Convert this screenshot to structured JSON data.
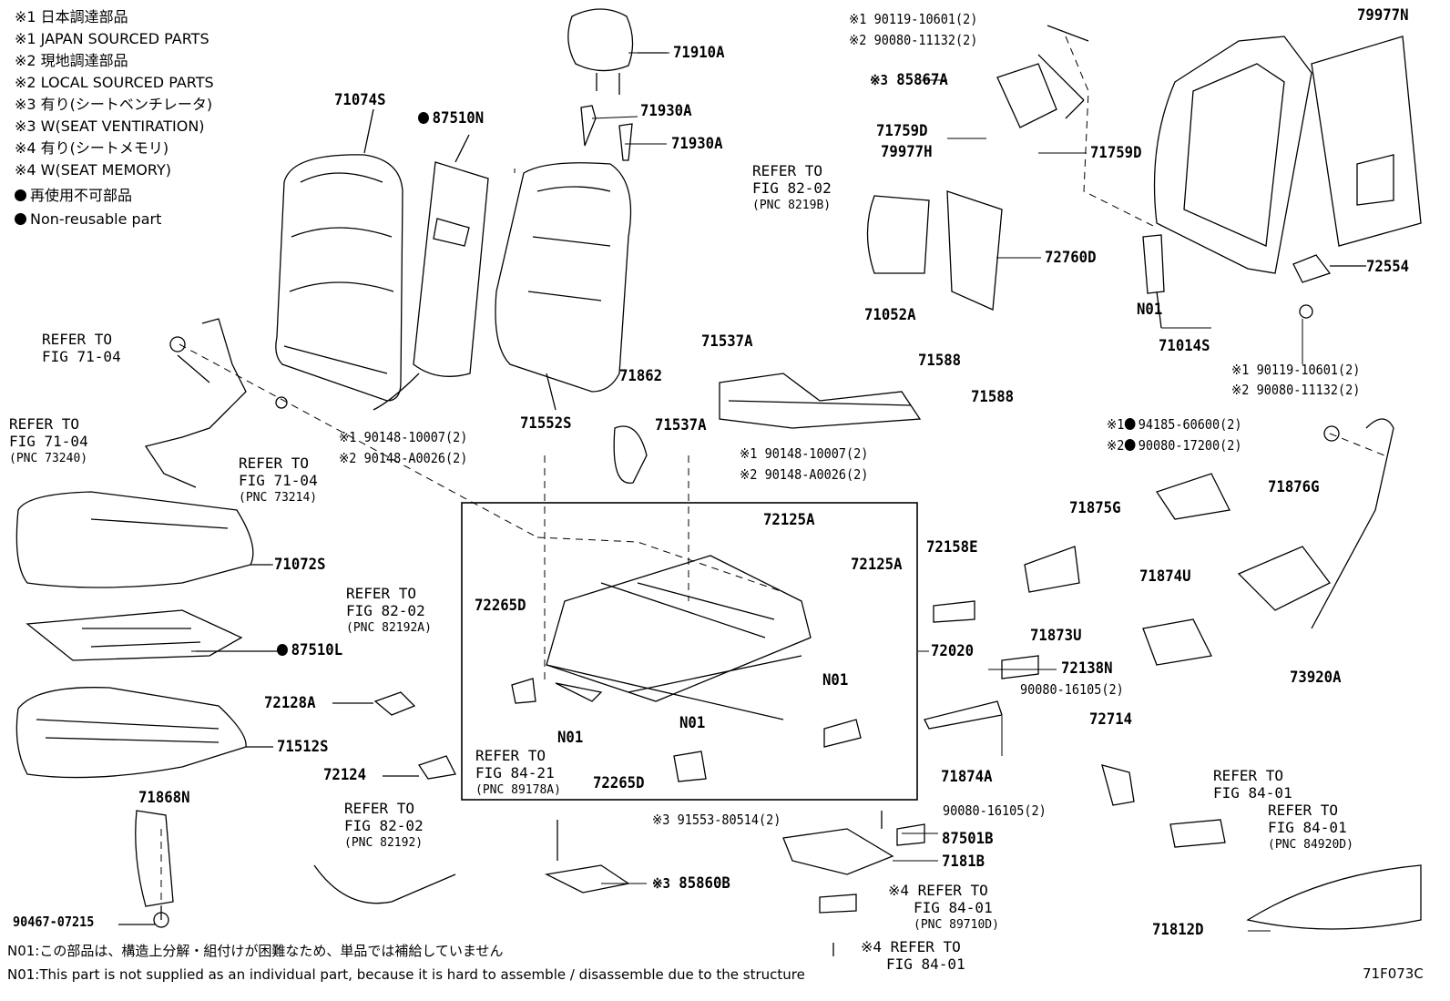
{
  "legend": [
    "※1 日本調達部品",
    "※1 JAPAN SOURCED PARTS",
    "※2 現地調達部品",
    "※2 LOCAL SOURCED PARTS",
    "※3 有り(シートベンチレータ)",
    "※3 W(SEAT VENTIRATION)",
    "※4 有り(シートメモリ)",
    "※4 W(SEAT MEMORY)",
    "再使用不可部品",
    "Non-reusable part"
  ],
  "parts": {
    "p71910A": "71910A",
    "p71930A_1": "71930A",
    "p71930A_2": "71930A",
    "p71074S": "71074S",
    "p87510N": "87510N",
    "p71552S": "71552S",
    "p71862": "71862",
    "p71537A_1": "71537A",
    "p71537A_2": "71537A",
    "p71052A": "71052A",
    "p79977H": "79977H",
    "p71759D_1": "71759D",
    "p71759D_2": "71759D",
    "p85867A": "85867A",
    "p72760D": "72760D",
    "p71588_1": "71588",
    "p71588_2": "71588",
    "p79977N": "79977N",
    "p72554": "72554",
    "pN01_a": "N01",
    "p71014S": "71014S",
    "p71072S": "71072S",
    "p87510L": "87510L",
    "p72128A": "72128A",
    "p71512S": "71512S",
    "p72124": "72124",
    "p71868N": "71868N",
    "p72125A_1": "72125A",
    "p72125A_2": "72125A",
    "p72265D_1": "72265D",
    "p72265D_2": "72265D",
    "pN01_b": "N01",
    "pN01_c": "N01",
    "pN01_d": "N01",
    "p72158E": "72158E",
    "p72020": "72020",
    "p71875G": "71875G",
    "p71876G": "71876G",
    "p71874U": "71874U",
    "p71873U": "71873U",
    "p72138N": "72138N",
    "p73920A": "73920A",
    "p72714": "72714",
    "p71874A": "71874A",
    "p87501B": "87501B",
    "p7181B": "7181B",
    "p85860B": "85860B",
    "p71812D": "71812D",
    "p90467": "90467-07215"
  },
  "bolts": {
    "b1": [
      "※1 90119-10601(2)",
      "※2 90080-11132(2)"
    ],
    "b2": [
      "※1 90119-10601(2)",
      "※2 90080-11132(2)"
    ],
    "b3": [
      "※1 90148-10007(2)",
      "※2 90148-A0026(2)"
    ],
    "b4": [
      "※1 90148-10007(2)",
      "※2 90148-A0026(2)"
    ],
    "b5": [
      "※1",
      "94185-60600(2)",
      "※2",
      "90080-17200(2)"
    ],
    "b6": "90080-16105(2)",
    "b7": "90080-16105(2)",
    "b8": "※3 91553-80514(2)",
    "s85867A": "※3",
    "s85860B": "※3"
  },
  "refs": {
    "r1": [
      "REFER TO",
      "FIG 71-04"
    ],
    "r2": [
      "REFER TO",
      "FIG 71-04",
      "(PNC 73240)"
    ],
    "r3": [
      "REFER TO",
      "FIG 71-04",
      "(PNC 73214)"
    ],
    "r4": [
      "REFER TO",
      "FIG 82-02",
      "(PNC 8219B)"
    ],
    "r5": [
      "REFER TO",
      "FIG 82-02",
      "(PNC 82192A)"
    ],
    "r6": [
      "REFER TO",
      "FIG 84-21",
      "(PNC 89178A)"
    ],
    "r7": [
      "REFER TO",
      "FIG 82-02",
      "(PNC 82192)"
    ],
    "r8": [
      "REFER TO",
      "FIG 84-01"
    ],
    "r9": [
      "REFER TO",
      "FIG 84-01",
      "(PNC 84920D)"
    ],
    "r10": [
      "※4 REFER TO",
      "FIG 84-01",
      "(PNC 89710D)"
    ],
    "r11": [
      "※4 REFER TO",
      "FIG 84-01"
    ]
  },
  "footnotes": [
    "N01:この部品は、構造上分解・組付けが困難なため、単品では補給していません",
    "N01:This part is not supplied as an individual part, because it is hard to assemble / disassemble due to the structure"
  ],
  "figure_code": "71F073C"
}
